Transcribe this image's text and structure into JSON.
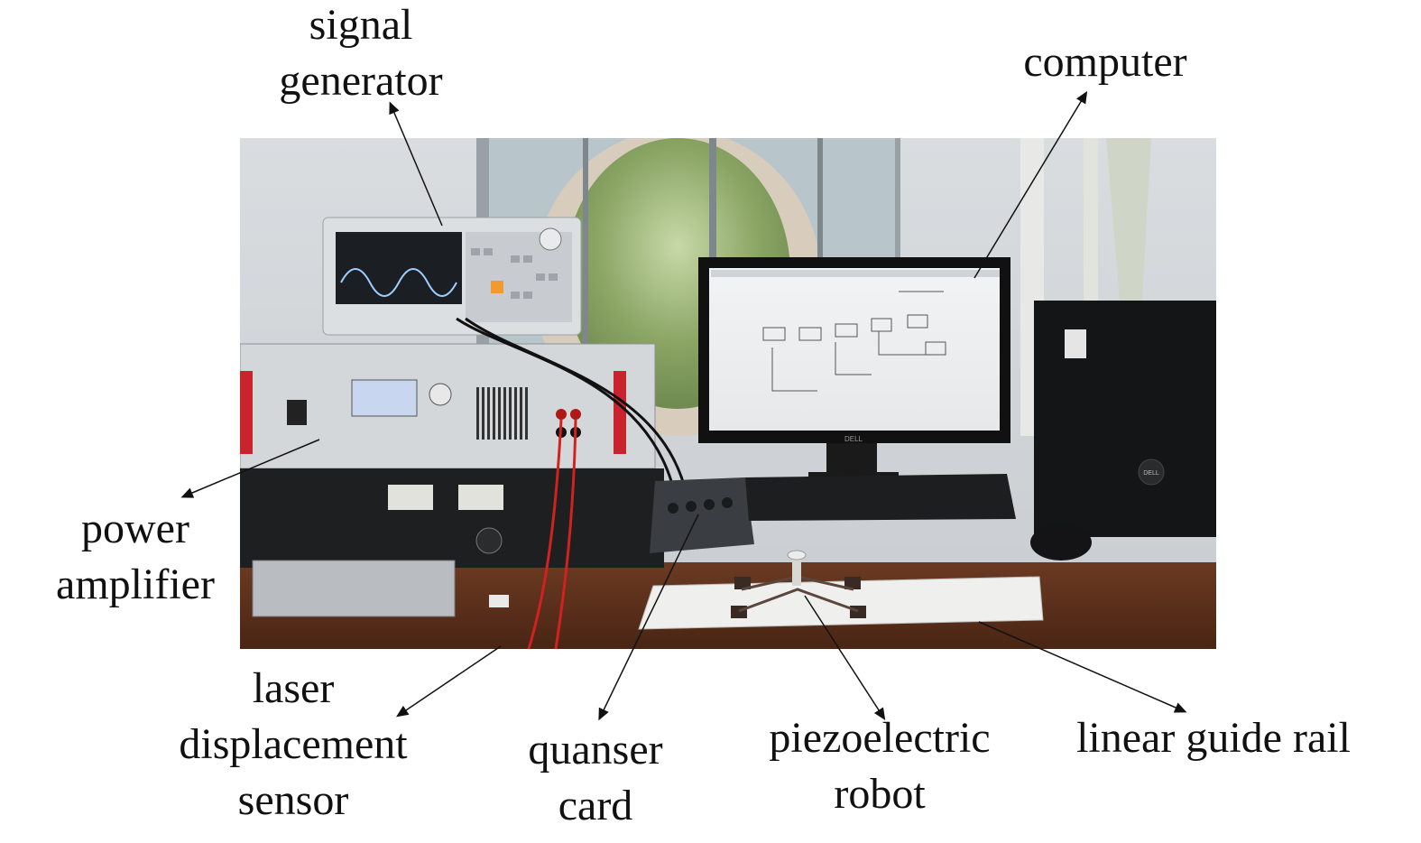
{
  "labels": {
    "signal_generator": [
      "signal",
      "generator"
    ],
    "computer": [
      "computer"
    ],
    "power_amplifier": [
      "power",
      "amplifier"
    ],
    "laser_displacement_sensor": [
      "laser",
      "displacement",
      "sensor"
    ],
    "quanser_card": [
      "quanser",
      "card"
    ],
    "piezoelectric_robot": [
      "piezoelectric",
      "robot"
    ],
    "linear_guide_rail": [
      "linear guide rail"
    ]
  },
  "equipment_brand_marks": {
    "monitor": "DELL",
    "tower": "DELL"
  },
  "colors": {
    "background": "#ffffff",
    "text": "#111111",
    "leader_line": "#111111"
  }
}
